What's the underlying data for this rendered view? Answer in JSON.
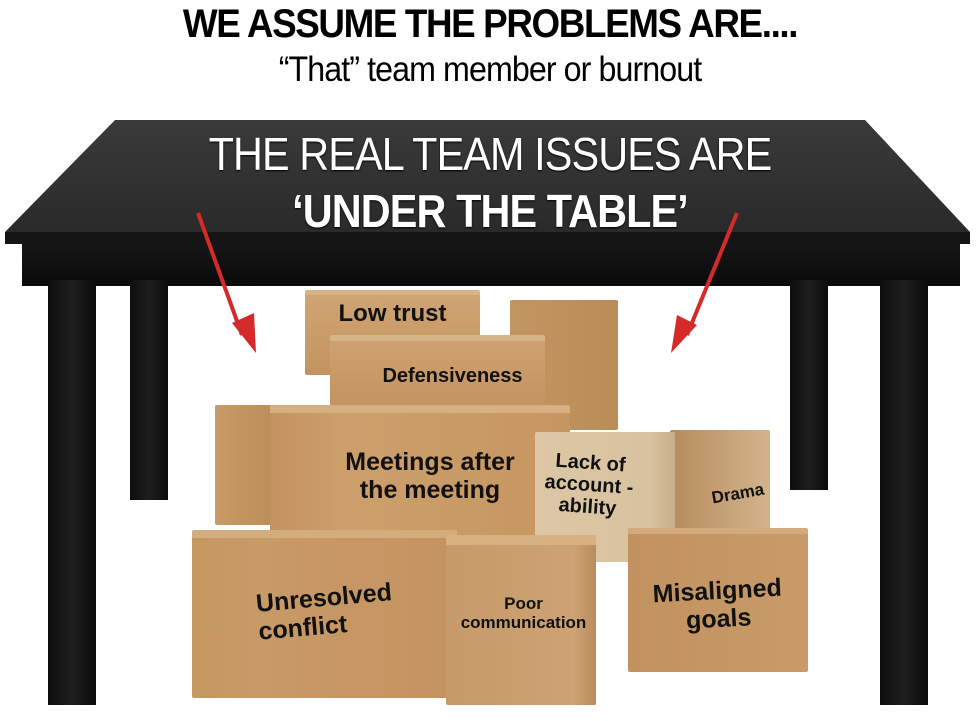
{
  "header": {
    "headline": "WE ASSUME THE PROBLEMS ARE....",
    "subheadline": "“That” team member or burnout"
  },
  "table": {
    "line1": "THE REAL TEAM ISSUES ARE",
    "line2": "‘UNDER THE TABLE’",
    "arrow_color": "#d42a2a"
  },
  "boxes": [
    {
      "label": "Low trust"
    },
    {
      "label": "Defensiveness"
    },
    {
      "label": "Meetings after the meeting"
    },
    {
      "label": "Lack of account -ability"
    },
    {
      "label": "Drama"
    },
    {
      "label": "Unresolved conflict"
    },
    {
      "label": "Poor communication"
    },
    {
      "label": "Misaligned goals"
    }
  ],
  "colors": {
    "cardboard": "#c79a66",
    "cardboard_light": "#d8bc94",
    "table": "#1a1a1a"
  }
}
